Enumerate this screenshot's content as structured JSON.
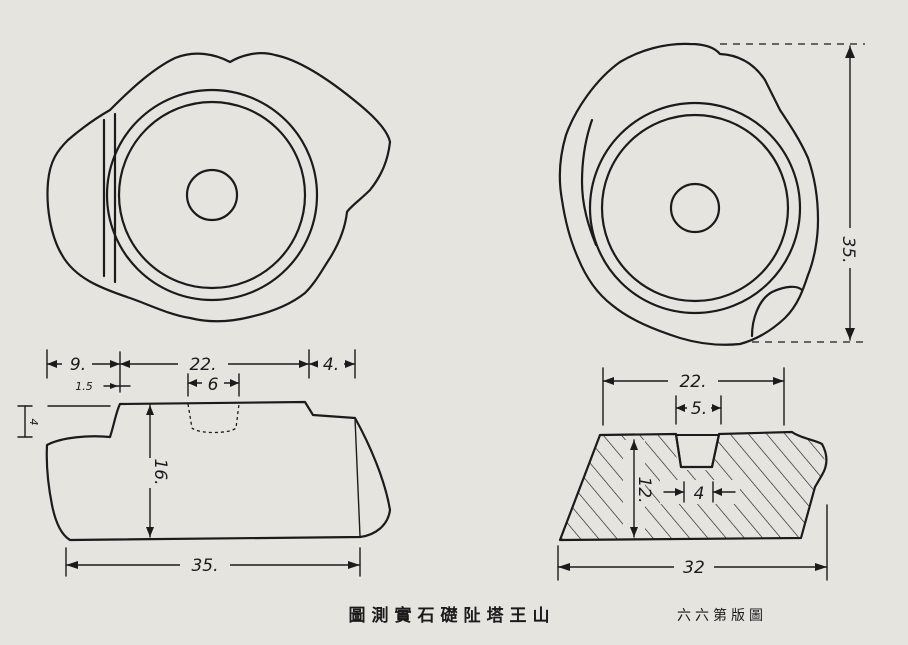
{
  "caption": "圖測實石礎阯塔王山",
  "plate_number": "六六第版圖",
  "left_section": {
    "dim_9": "9.",
    "dim_22": "22.",
    "dim_4_top": "4.",
    "dim_1_5": "1.5",
    "dim_6": "6",
    "dim_4_side": "4",
    "dim_16": "16.",
    "dim_35": "35."
  },
  "right_plan": {
    "dim_35": "35."
  },
  "right_section": {
    "dim_22": "22.",
    "dim_5": "5.",
    "dim_4": "4",
    "dim_12": "12.",
    "dim_32": "32"
  }
}
